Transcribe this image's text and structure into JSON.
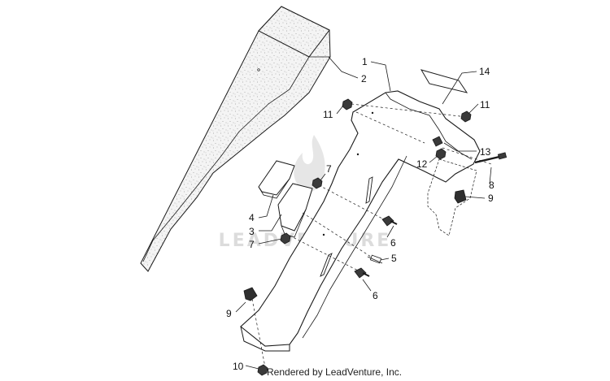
{
  "colors": {
    "line": "#1a1a1a",
    "foam_fill": "#f4f4f4",
    "foam_speckle": "#9a9a9a",
    "hardware_fill": "#2f2f2f",
    "watermark": "#dcdcdc"
  },
  "watermark": {
    "text": "LEADVENTURE",
    "icon": "flame-logo-icon"
  },
  "credit": "Rendered by LeadVenture, Inc.",
  "callouts": {
    "c1": "1",
    "c2": "2",
    "c3": "3",
    "c4": "4",
    "c5": "5",
    "c6a": "6",
    "c6b": "6",
    "c7a": "7",
    "c7b": "7",
    "c8": "8",
    "c9a": "9",
    "c9b": "9",
    "c10": "10",
    "c11a": "11",
    "c11b": "11",
    "c12": "12",
    "c13": "13",
    "c14": "14"
  }
}
